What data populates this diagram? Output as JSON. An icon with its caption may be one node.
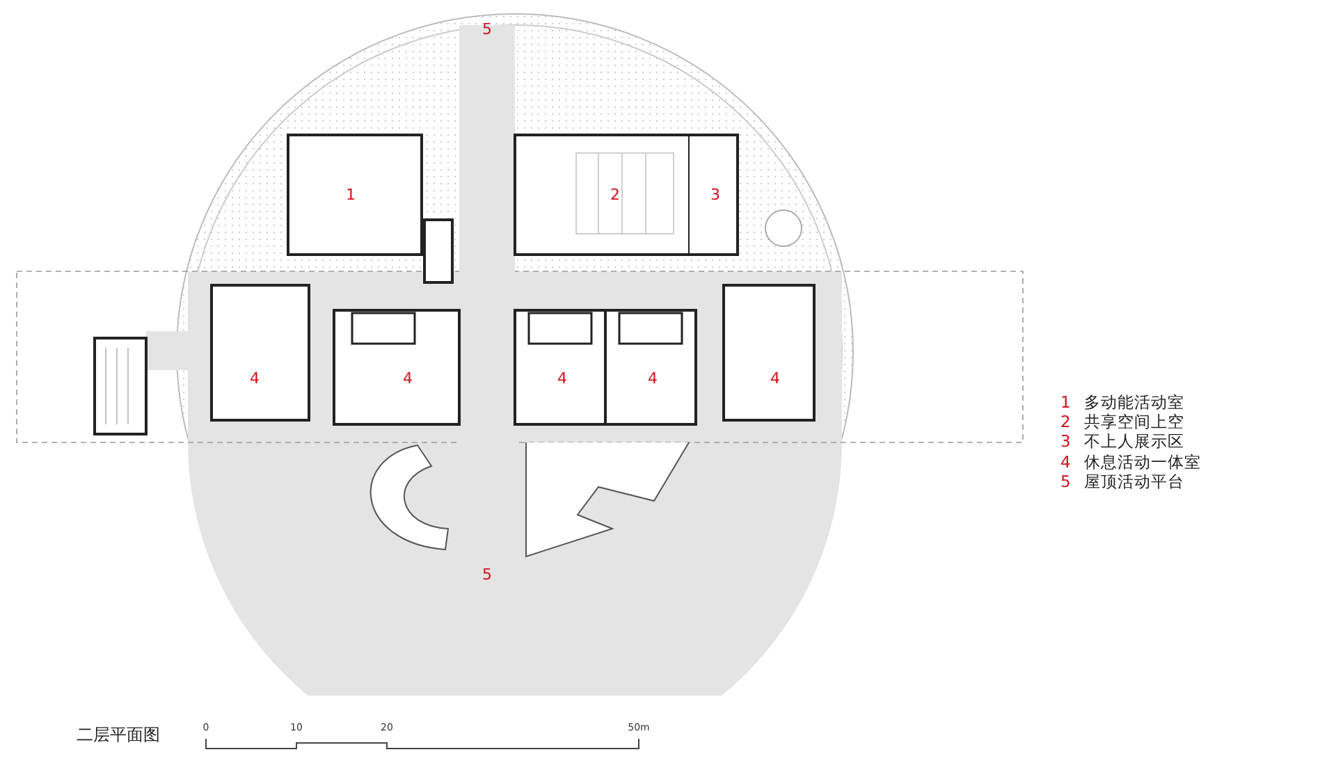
{
  "diagram": {
    "title": "二层平面图",
    "labels": [
      "5",
      "1",
      "2",
      "3",
      "4",
      "4",
      "4",
      "4",
      "4",
      "5",
      "1",
      "多动能活动室",
      "2",
      "共享空间上空",
      "3",
      "不上人展示区",
      "4",
      "休息活动一体室",
      "5",
      "屋顶活动平台",
      "0",
      "10",
      "20",
      "50m"
    ]
  }
}
